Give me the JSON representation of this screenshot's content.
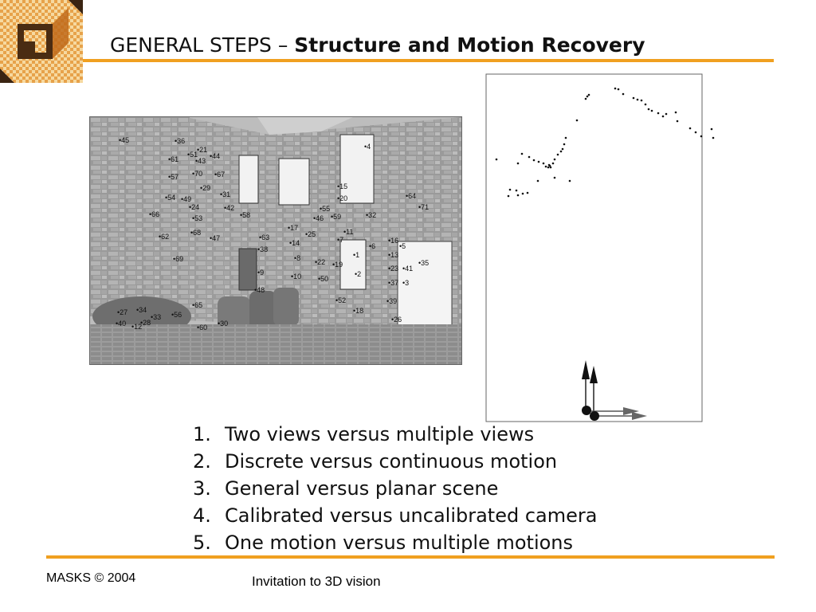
{
  "slide": {
    "title_prefix": "GENERAL STEPS – ",
    "title_bold": "Structure and Motion Recovery",
    "steps": [
      {
        "num": "1.",
        "text": "Two views versus multiple views"
      },
      {
        "num": "2.",
        "text": "Discrete versus continuous motion"
      },
      {
        "num": "3.",
        "text": "General versus planar scene"
      },
      {
        "num": "4.",
        "text": "Calibrated versus uncalibrated camera"
      },
      {
        "num": "5.",
        "text": "One motion versus multiple motions"
      }
    ],
    "footer_left": "MASKS © 2004",
    "footer_center": "Invitation to 3D vision",
    "accent_color": "#f0a020"
  },
  "photo": {
    "feature_labels": [
      "45",
      "36",
      "21",
      "51",
      "44",
      "61",
      "43",
      "57",
      "70",
      "67",
      "29",
      "31",
      "54",
      "49",
      "24",
      "42",
      "58",
      "66",
      "53",
      "68",
      "47",
      "62",
      "63",
      "38",
      "69",
      "9",
      "48",
      "65",
      "27",
      "34",
      "33",
      "28",
      "40",
      "12",
      "56",
      "60",
      "30",
      "4",
      "15",
      "20",
      "55",
      "46",
      "59",
      "32",
      "64",
      "71",
      "17",
      "25",
      "14",
      "11",
      "7",
      "6",
      "16",
      "5",
      "13",
      "8",
      "22",
      "19",
      "1",
      "2",
      "23",
      "41",
      "35",
      "37",
      "3",
      "10",
      "50",
      "52",
      "18",
      "39",
      "26"
    ]
  }
}
